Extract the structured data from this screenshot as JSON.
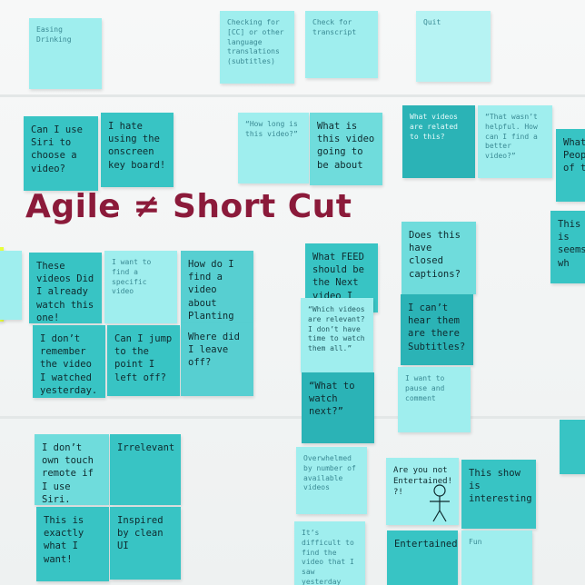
{
  "title": "Agile ≠ Short Cut",
  "notes": {
    "n1": "Easing Drinking",
    "n2": "Checking for [CC] or other language translations (subtitles)",
    "n3": "Check for transcript",
    "n4": "Quit",
    "n5": "Can I use Siri to choose a video?",
    "n6": "I hate using the onscreen key board!",
    "n7": "“How long is this video?”",
    "n8": "What is this video going to be about",
    "n9": "What videos are related to this?",
    "n10": "“That wasn’t helpful. How can I find a better video?”",
    "n11": "What Peop of t",
    "n12": "This is seems wh",
    "n13": "These videos Did I already watch this one!",
    "n14": "I want to find a specific video",
    "n15": "How do I find a video about Planting Poker",
    "n16": "What FEED should be the Next video I watch?!",
    "n17": "Does this have closed captions?",
    "n18": "I don’t remember the video I watched yesterday. How can I find it?",
    "n19": "Can I jump to the point I left off?",
    "n20": "Where did I leave off?",
    "n21": "“Which videos are relevant? I don’t have time to watch them all.”",
    "n22": "I can’t hear them are there Subtitles?",
    "n23": "“What to watch next?”",
    "n24": "I want to pause and comment",
    "n25": "I don’t own touch remote if I use Siri.",
    "n26": "Irrelevant",
    "n27": "Overwhelmed by number of available videos",
    "n28": "Are you not Entertained! ?!",
    "n29": "This show is interesting",
    "n30": "This is exactly what I want!",
    "n31": "Inspired by clean UI",
    "n32": "It’s difficult to find the video that I saw yesterday",
    "n33": "Entertained",
    "n34": "Fun"
  },
  "colors": {
    "title": "#8b1a3a",
    "note_light": "#9feeee",
    "note_mid": "#6fdcdc",
    "note_dark": "#2bb3b6",
    "yellow_note": "#e8ff3a"
  }
}
